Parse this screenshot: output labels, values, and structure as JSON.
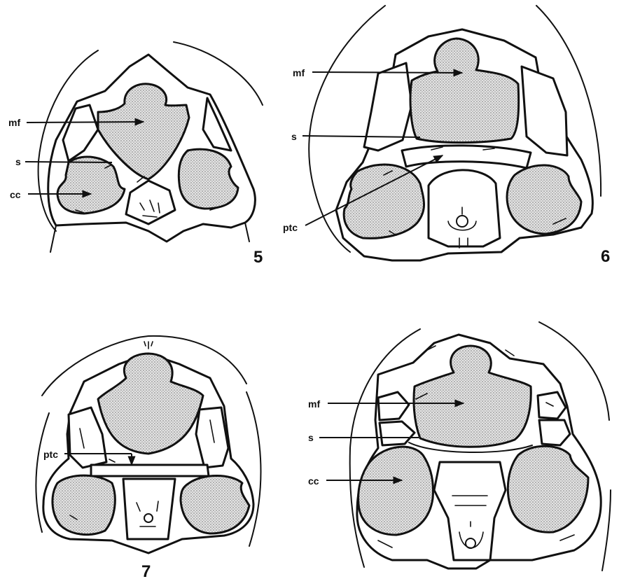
{
  "figures": [
    {
      "number": "5",
      "labels": {
        "mf": "mf",
        "s": "s",
        "cc": "cc"
      }
    },
    {
      "number": "6",
      "labels": {
        "mf": "mf",
        "s": "s",
        "ptc": "ptc"
      }
    },
    {
      "number": "7",
      "labels": {
        "ptc": "ptc"
      }
    },
    {
      "number": "",
      "labels": {
        "mf": "mf",
        "s": "s",
        "cc": "cc"
      }
    }
  ]
}
